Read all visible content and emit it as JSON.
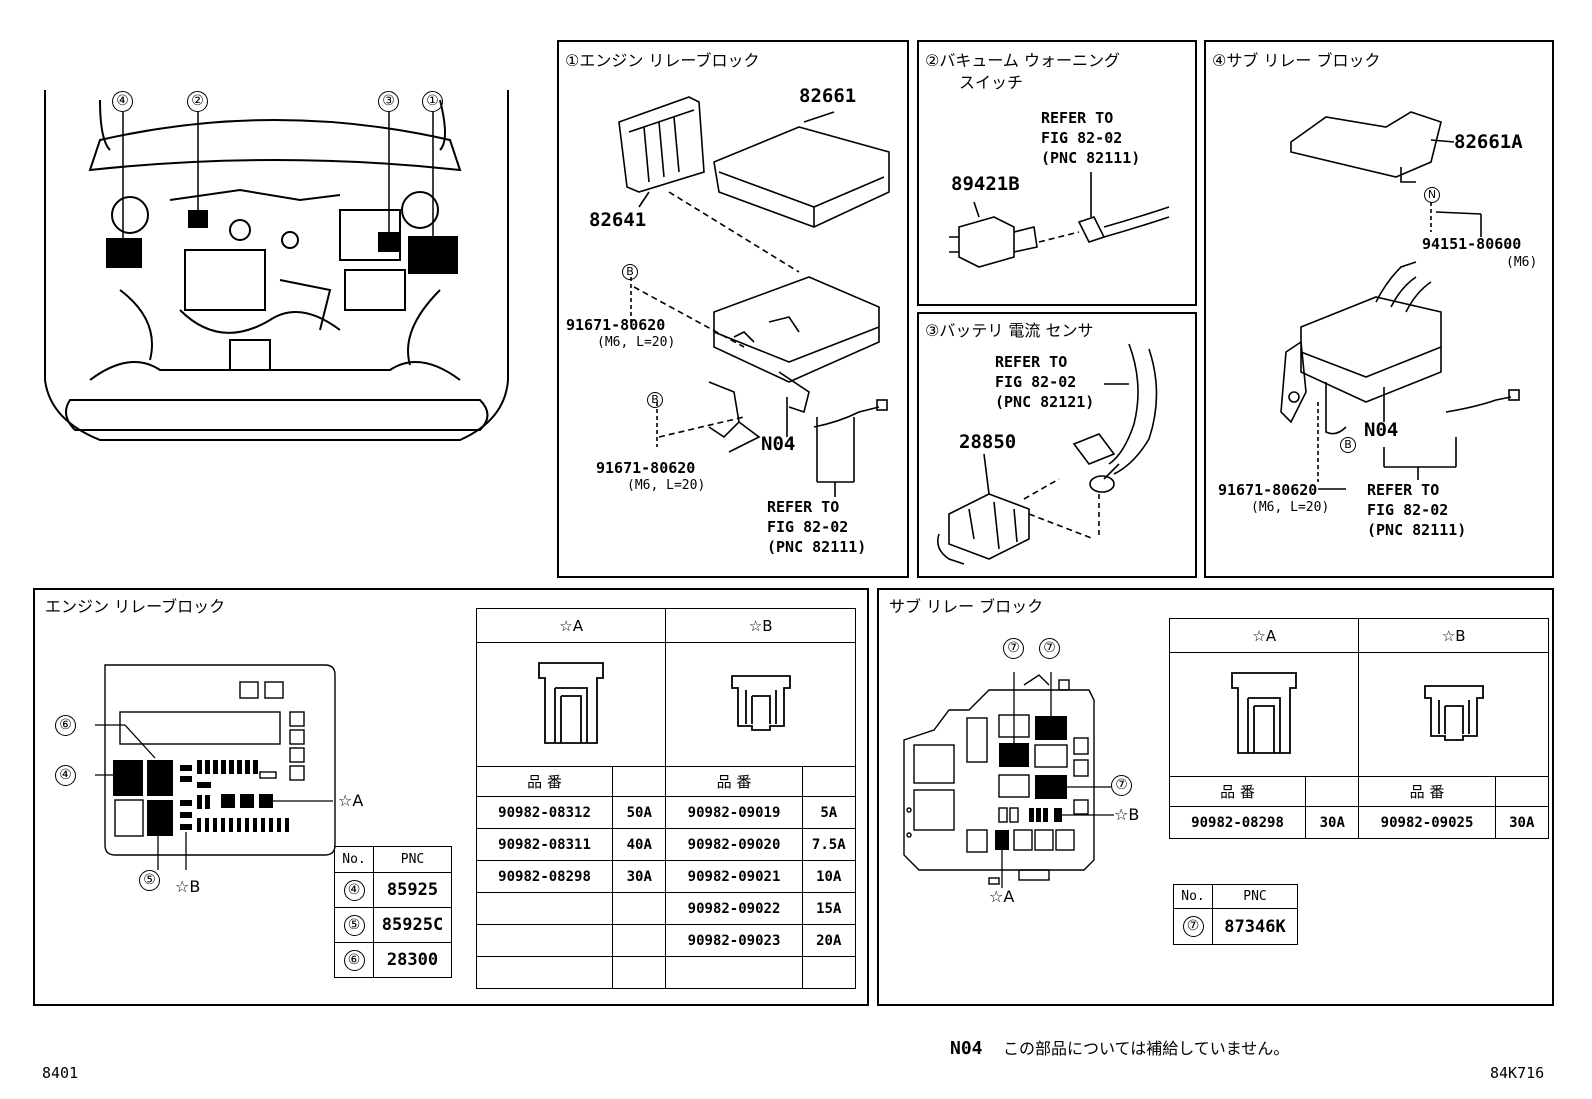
{
  "car_overview": {
    "callouts": [
      "④",
      "②",
      "③",
      "①"
    ]
  },
  "panel1": {
    "title": "①エンジン リレーブロック",
    "part_cover": "82661",
    "part_module": "82641",
    "bolt_marker": "B",
    "bolt1_part": "91671-80620",
    "bolt1_spec": "(M6, L=20)",
    "bolt2_part": "91671-80620",
    "bolt2_spec": "(M6, L=20)",
    "n04": "N04",
    "refer_line1": "REFER TO",
    "refer_line2": "FIG 82-02",
    "refer_line3": "(PNC 82111)"
  },
  "panel2": {
    "title_line1": "②バキューム ウォーニング",
    "title_line2": "スイッチ",
    "refer_line1": "REFER TO",
    "refer_line2": "FIG 82-02",
    "refer_line3": "(PNC 82111)",
    "part": "89421B"
  },
  "panel3": {
    "title": "③バッテリ 電流 センサ",
    "refer_line1": "REFER TO",
    "refer_line2": "FIG 82-02",
    "refer_line3": "(PNC 82121)",
    "part": "28850"
  },
  "panel4": {
    "title": "④サブ リレー ブロック",
    "part_cover": "82661A",
    "n_marker": "N",
    "bolt_n_part": "94151-80600",
    "bolt_n_spec": "(M6)",
    "n04": "N04",
    "b_marker": "B",
    "bolt_part": "91671-80620",
    "bolt_spec": "(M6, L=20)",
    "refer_line1": "REFER TO",
    "refer_line2": "FIG 82-02",
    "refer_line3": "(PNC 82111)"
  },
  "engine_block": {
    "title": "エンジン リレーブロック",
    "callout_6": "⑥",
    "callout_4": "④",
    "callout_5": "⑤",
    "star_a": "☆A",
    "star_b": "☆B",
    "pnc_table": {
      "col_no": "No.",
      "col_pnc": "PNC",
      "rows": [
        {
          "no": "④",
          "pnc": "85925"
        },
        {
          "no": "⑤",
          "pnc": "85925C"
        },
        {
          "no": "⑥",
          "pnc": "28300"
        }
      ]
    },
    "fuse_table": {
      "head_a": "☆A",
      "head_b": "☆B",
      "part_no_label": "品 番",
      "rows_a": [
        {
          "part": "90982-08312",
          "amp": "50A"
        },
        {
          "part": "90982-08311",
          "amp": "40A"
        },
        {
          "part": "90982-08298",
          "amp": "30A"
        }
      ],
      "rows_b": [
        {
          "part": "90982-09019",
          "amp": "5A"
        },
        {
          "part": "90982-09020",
          "amp": "7.5A"
        },
        {
          "part": "90982-09021",
          "amp": "10A"
        },
        {
          "part": "90982-09022",
          "amp": "15A"
        },
        {
          "part": "90982-09023",
          "amp": "20A"
        }
      ]
    }
  },
  "sub_block": {
    "title": "サブ リレー ブロック",
    "callout_7a": "⑦",
    "callout_7b": "⑦",
    "callout_7c": "⑦",
    "star_a": "☆A",
    "star_b": "☆B",
    "fuse_table": {
      "head_a": "☆A",
      "head_b": "☆B",
      "part_no_label": "品 番",
      "row_a": {
        "part": "90982-08298",
        "amp": "30A"
      },
      "row_b": {
        "part": "90982-09025",
        "amp": "30A"
      }
    },
    "pnc_table": {
      "col_no": "No.",
      "col_pnc": "PNC",
      "rows": [
        {
          "no": "⑦",
          "pnc": "87346K"
        }
      ]
    }
  },
  "footer": {
    "n04_label": "N04",
    "n04_note": "この部品については補給していません。",
    "left_code": "8401",
    "right_code": "84K716"
  }
}
